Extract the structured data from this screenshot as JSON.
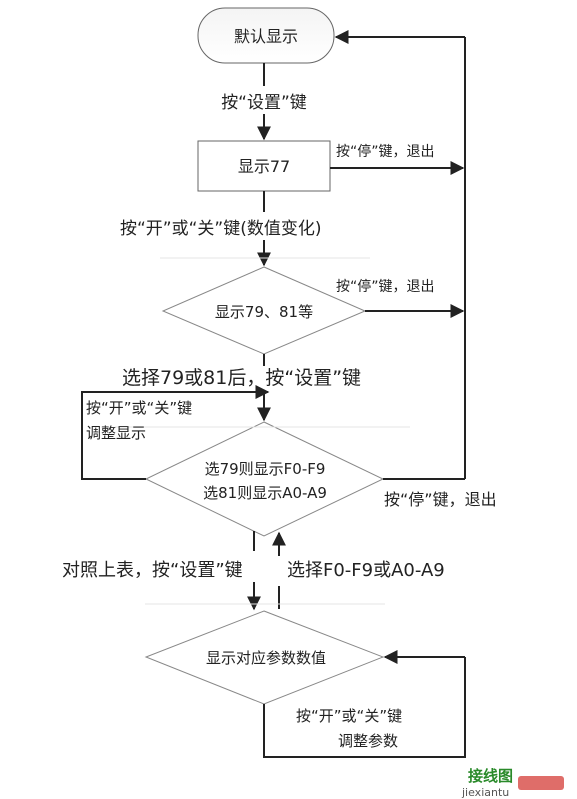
{
  "nodes": {
    "start": "默认显示",
    "show77": "显示77",
    "show79_81": "显示79、81等",
    "select_line1": "选79则显示F0-F9",
    "select_line2": "选81则显示A0-A9",
    "show_value": "显示对应参数数值"
  },
  "labels": {
    "press_set_1": "按“设置”键",
    "press_stop_1": "按“停”键，退出",
    "press_onoff_change": "按“开”或“关”键(数值变化)",
    "press_stop_2": "按“停”键，退出",
    "select_79_81": "选择79或81后，按“设置”键",
    "adjust_display_1": "按“开”或“关”键",
    "adjust_display_2": "调整显示",
    "press_stop_3": "按“停”键，退出",
    "compare_table": "对照上表，按“设置”键",
    "select_f_a": "选择F0-F9或A0-A9",
    "adjust_param_1": "按“开”或“关”键",
    "adjust_param_2": "调整参数"
  },
  "watermark": {
    "logo": "接线图",
    "site": "jiexiantu"
  }
}
